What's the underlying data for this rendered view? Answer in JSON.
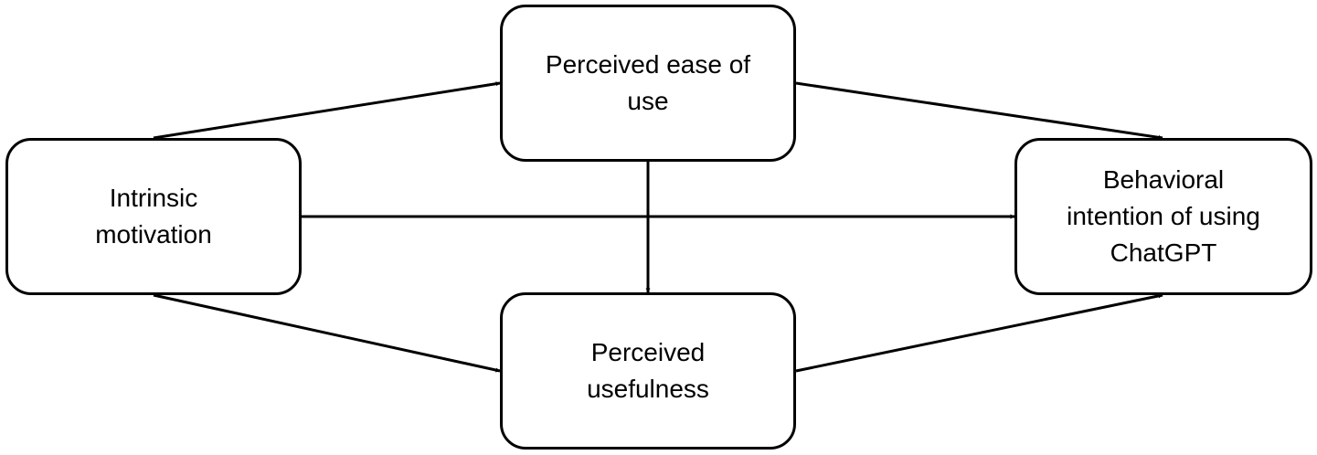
{
  "diagram": {
    "nodes": {
      "intrinsic_motivation": {
        "lines": [
          "Intrinsic",
          "motivation"
        ]
      },
      "perceived_ease_of_use": {
        "lines": [
          "Perceived ease of",
          "use"
        ]
      },
      "perceived_usefulness": {
        "lines": [
          "Perceived",
          "usefulness"
        ]
      },
      "behavioral_intention": {
        "lines": [
          "Behavioral",
          "intention of using",
          "ChatGPT"
        ]
      }
    },
    "edges": [
      {
        "from": "intrinsic_motivation",
        "to": "perceived_ease_of_use"
      },
      {
        "from": "intrinsic_motivation",
        "to": "behavioral_intention"
      },
      {
        "from": "intrinsic_motivation",
        "to": "perceived_usefulness"
      },
      {
        "from": "perceived_ease_of_use",
        "to": "behavioral_intention"
      },
      {
        "from": "perceived_ease_of_use",
        "to": "perceived_usefulness"
      },
      {
        "from": "perceived_usefulness",
        "to": "behavioral_intention"
      }
    ],
    "colors": {
      "stroke": "#000000",
      "background": "#ffffff"
    }
  }
}
